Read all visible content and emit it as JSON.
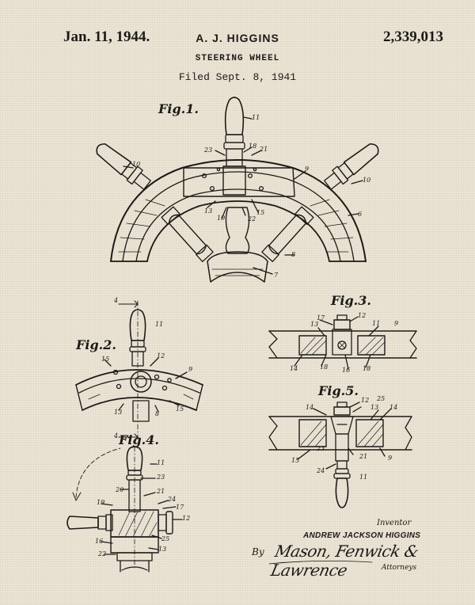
{
  "header": {
    "date": "Jan. 11, 1944.",
    "inventor": "A. J. HIGGINS",
    "patent_number": "2,339,013",
    "title": "STEERING WHEEL",
    "filed": "Filed Sept. 8, 1941"
  },
  "figures": {
    "fig1": "Fig.1.",
    "fig2": "Fig.2.",
    "fig3": "Fig.3.",
    "fig4": "Fig.4.",
    "fig5": "Fig.5."
  },
  "refs": {
    "fig1": [
      "11",
      "23",
      "18",
      "21",
      "10",
      "9",
      "10",
      "13",
      "19",
      "22",
      "15",
      "6",
      "8",
      "7"
    ],
    "fig2": [
      "4",
      "11",
      "12",
      "9",
      "15",
      "13",
      "8",
      "15",
      "4"
    ],
    "fig3": [
      "17",
      "12",
      "13",
      "11",
      "9",
      "14",
      "18",
      "16",
      "18"
    ],
    "fig4": [
      "11",
      "20",
      "23",
      "21",
      "19",
      "24",
      "17",
      "12",
      "16",
      "25",
      "22",
      "13"
    ],
    "fig5": [
      "12",
      "25",
      "14",
      "13",
      "14",
      "15",
      "24",
      "21",
      "9",
      "23",
      "11"
    ]
  },
  "signature": {
    "label": "Inventor",
    "full_name": "ANDREW JACKSON HIGGINS",
    "by": "By",
    "attorney_signature": "Mason, Fenwick & Lawrence",
    "attorneys_label": "Attorneys"
  },
  "colors": {
    "paper": "#ece5d6",
    "ink": "#1c1a17"
  }
}
